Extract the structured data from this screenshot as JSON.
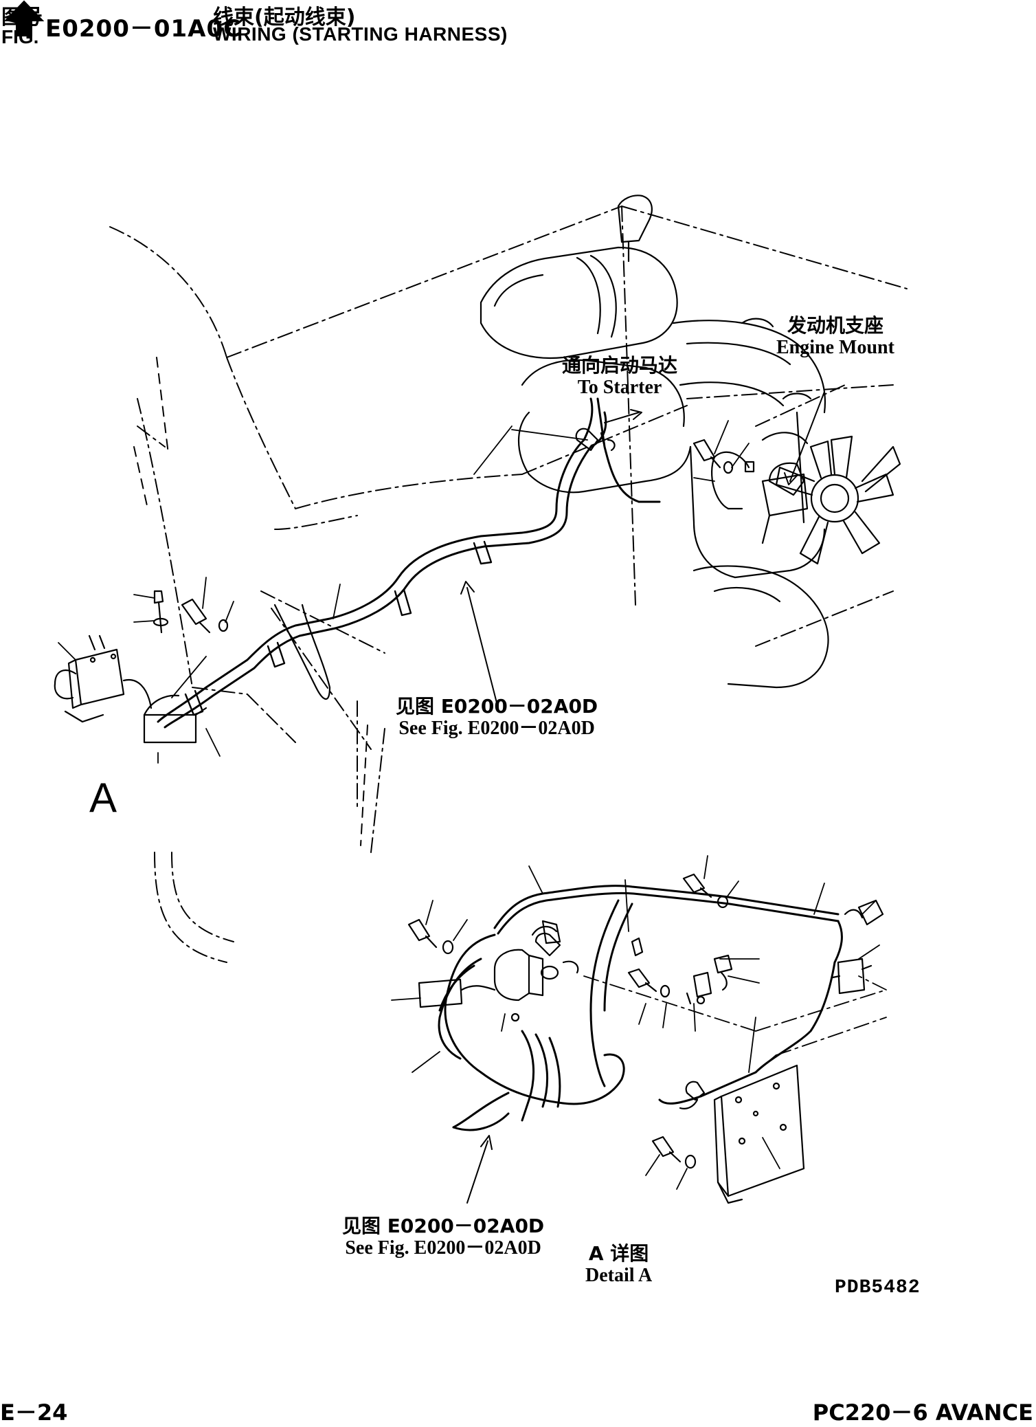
{
  "header": {
    "fig_cn": "图号",
    "fig_en": "FIG.",
    "fig_number": "E0200－01A0C",
    "title_cn": "线束(起动线束)",
    "title_en": "WIRING (STARTING HARNESS)"
  },
  "labels": {
    "to_starter_cn": "通向启动马达",
    "to_starter_en": "To Starter",
    "engine_mount_cn": "发动机支座",
    "engine_mount_en": "Engine Mount",
    "see_fig_1_cn": "见图 E0200－02A0D",
    "see_fig_1_en": "See Fig. E0200－02A0D",
    "see_fig_2_cn": "见图 E0200－02A0D",
    "see_fig_2_en": "See Fig. E0200－02A0D",
    "detail_cn": "A 详图",
    "detail_en": "Detail A",
    "view_marker": "A",
    "drawing_code": "PDB5482"
  },
  "footer": {
    "page": "E－24",
    "model": "PC220－6 AVANCE"
  },
  "colors": {
    "ink": "#000000",
    "paper": "#ffffff"
  }
}
